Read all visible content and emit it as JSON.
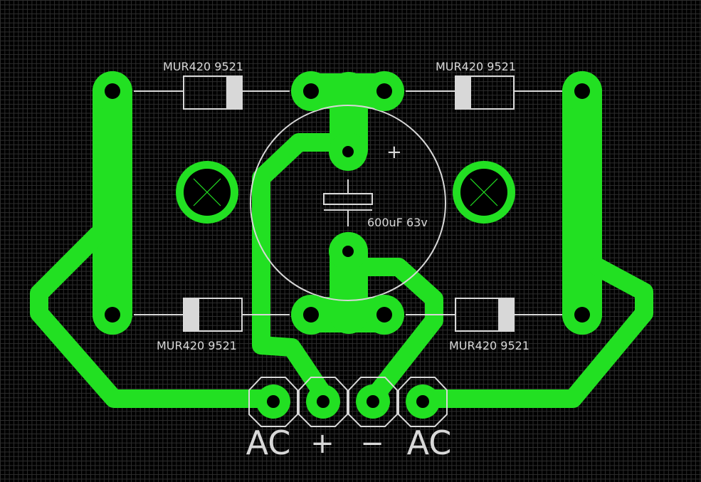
{
  "diodes": [
    {
      "label": "MUR420 9521"
    },
    {
      "label": "MUR420 9521"
    },
    {
      "label": "MUR420 9521"
    },
    {
      "label": "MUR420 9521"
    }
  ],
  "capacitor": {
    "label": "600uF 63v",
    "polarity": "+"
  },
  "connector": {
    "pins": [
      {
        "label": "AC"
      },
      {
        "label": "+"
      },
      {
        "label": "−"
      },
      {
        "label": "AC"
      }
    ]
  },
  "colors": {
    "copper": "#22e022",
    "silkscreen": "#d8d8d8",
    "background": "#000000",
    "grid": "#2e2e2e"
  }
}
